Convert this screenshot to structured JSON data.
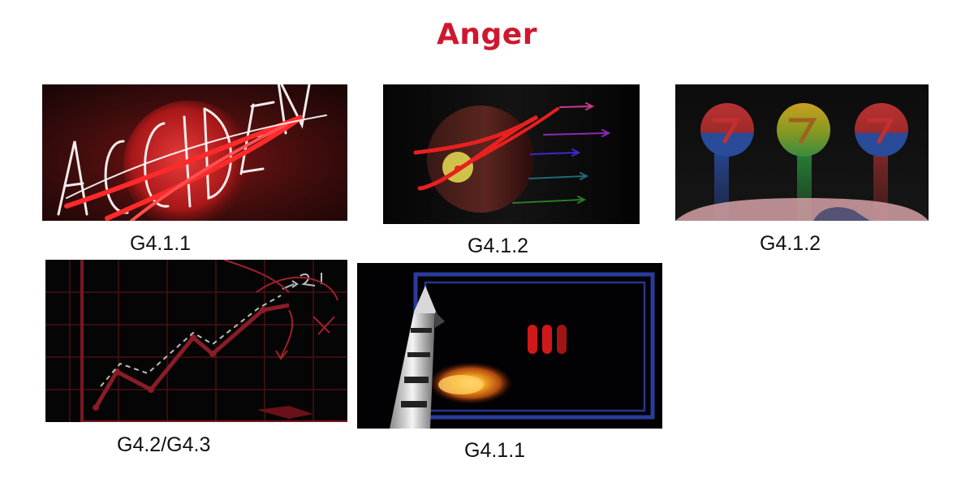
{
  "page": {
    "title": "Anger",
    "title_color": "#d0172e"
  },
  "storyboard": [
    {
      "caption": "G4.1.1",
      "icon": "accident-scribble-illustration"
    },
    {
      "caption": "G4.1.2",
      "icon": "planet-arrows-illustration"
    },
    {
      "caption": "G4.1.2",
      "icon": "three-orbs-illustration"
    },
    {
      "caption": "G4.2/G4.3",
      "icon": "rising-graph-illustration"
    },
    {
      "caption": "G4.1.1",
      "icon": "rocket-fire-illustration"
    }
  ]
}
